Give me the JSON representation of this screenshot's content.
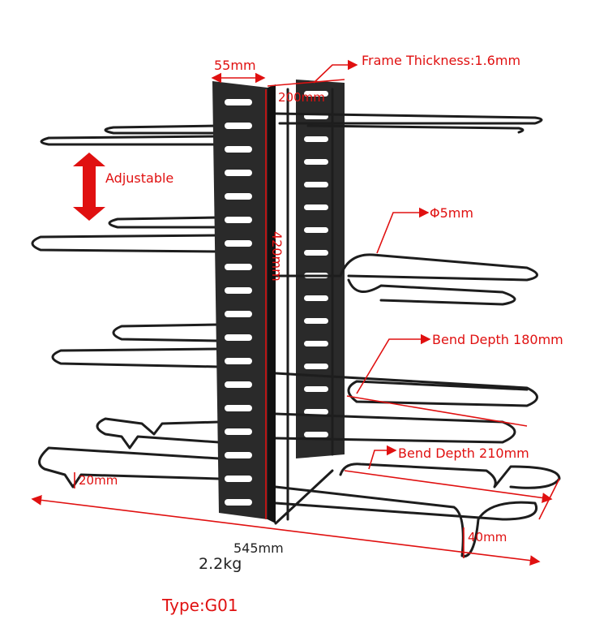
{
  "annotations": {
    "panel_width": "55mm",
    "frame_thickness": "Frame Thickness:1.6mm",
    "depth": "200mm",
    "adjustable": "Adjustable",
    "wire_diameter": "Φ5mm",
    "height": "420mm",
    "bend_depth_180": "Bend Depth 180mm",
    "bend_depth_210": "Bend Depth 210mm",
    "bend_20": "20mm",
    "bend_40": "40mm",
    "length": "545mm",
    "weight": "2.2kg",
    "type": "Type:G01"
  },
  "colors": {
    "annotation": "#e01010",
    "frame": "#1d1d1d"
  }
}
